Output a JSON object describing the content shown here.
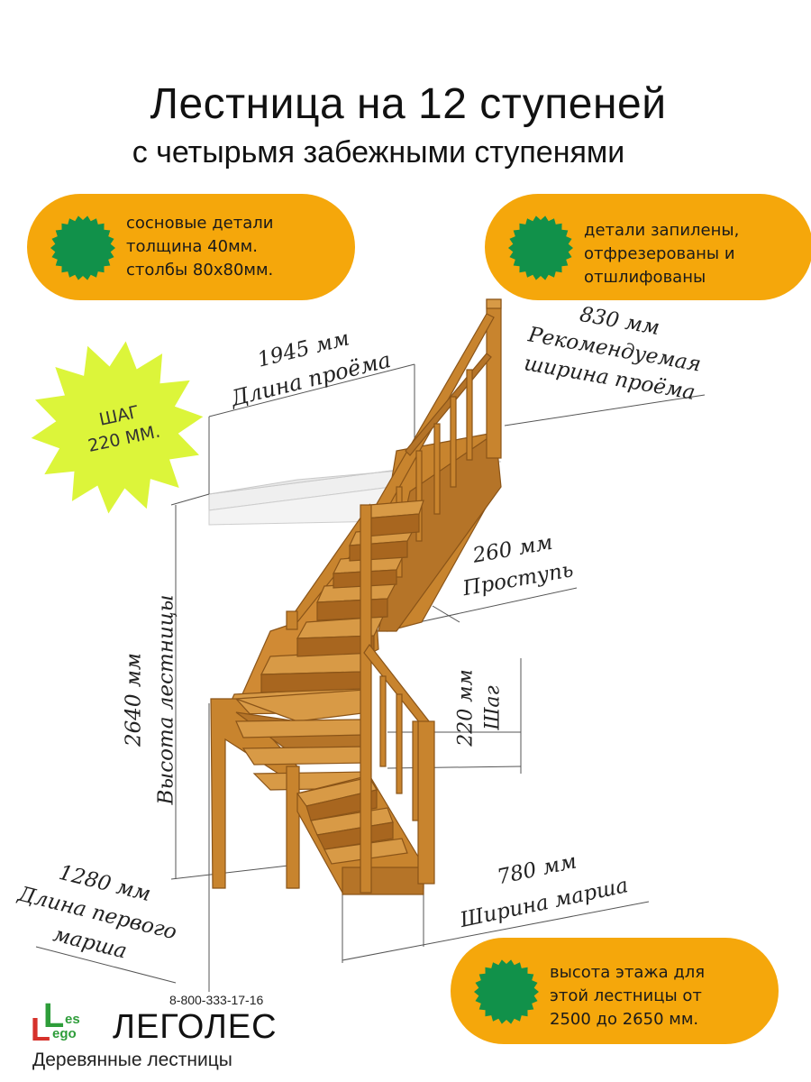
{
  "title": "Лестница на 12 ступеней",
  "subtitle": "с  четырьмя забежными ступенями",
  "features": {
    "left": [
      "сосновые детали",
      "толщина 40мм.",
      "столбы 80х80мм."
    ],
    "right": [
      "детали запилены,",
      "отфрезерованы и",
      "отшлифованы"
    ],
    "bottom": [
      "высота этажа для",
      "этой лестницы от",
      "2500 до 2650 мм."
    ]
  },
  "step_badge": [
    "ШАГ",
    "220 ММ."
  ],
  "dimensions": {
    "opening_length": {
      "value": "1945 мм",
      "label": "Длина проёма"
    },
    "opening_width": {
      "value": "830 мм",
      "label1": "Рекомендуемая",
      "label2": "ширина проёма"
    },
    "tread": {
      "value": "260 мм",
      "label": "Проступь"
    },
    "step": {
      "value": "220 мм",
      "label": "Шаг"
    },
    "height": {
      "value": "2640 мм",
      "label": "Высота лестницы"
    },
    "march_width": {
      "value": "780 мм",
      "label": "Ширина марша"
    },
    "first_march": {
      "value": "1280 мм",
      "label1": "Длина первого",
      "label2": "марша"
    }
  },
  "contact": {
    "phone": "8-800-333-17-16",
    "brand": "ЛЕГОЛЕС",
    "tagline": "Деревянные лестницы",
    "logo_top": "es",
    "logo_bottom": "ego"
  },
  "colors": {
    "pill": "#f5a70b",
    "badge_green": "#11914a",
    "star_yellow": "#dcf53a",
    "wood": "#c8842e",
    "wood_dark": "#9c6220",
    "logo_green": "#2e9d3a",
    "logo_red": "#d6312b"
  }
}
